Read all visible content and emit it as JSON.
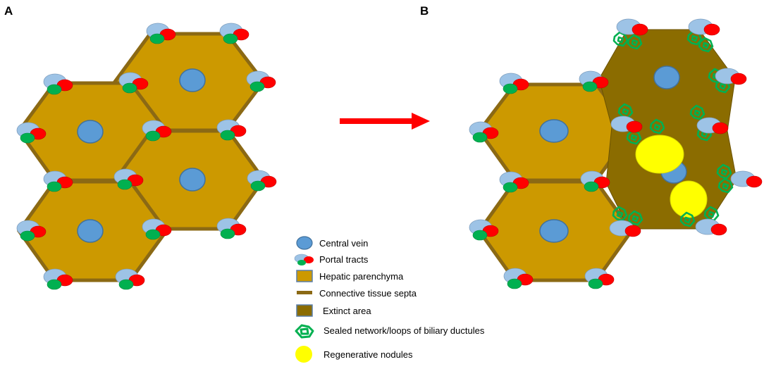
{
  "panels": {
    "a": {
      "label": "A"
    },
    "b": {
      "label": "B"
    }
  },
  "legend": {
    "central_vein": "Central vein",
    "portal_tracts": "Portal tracts",
    "hepatic_parenchyma": "Hepatic parenchyma",
    "connective_tissue_septa": "Connective tissue septa",
    "extinct_area": "Extinct area",
    "biliary_loops": "Sealed network/loops  of biliary ductules",
    "regenerative_nodules": "Regenerative nodules"
  },
  "colors": {
    "parenchyma": "#cc9900",
    "septa": "#8b6914",
    "extinct": "#8b6c00",
    "central_vein": "#5b9bd5",
    "central_vein_stroke": "#41719c",
    "portal_blue": "#9dc3e6",
    "portal_red": "#ff0000",
    "portal_green": "#00b050",
    "arrow": "#ff0000",
    "nodule": "#ffff00",
    "biliary": "#00b050"
  }
}
